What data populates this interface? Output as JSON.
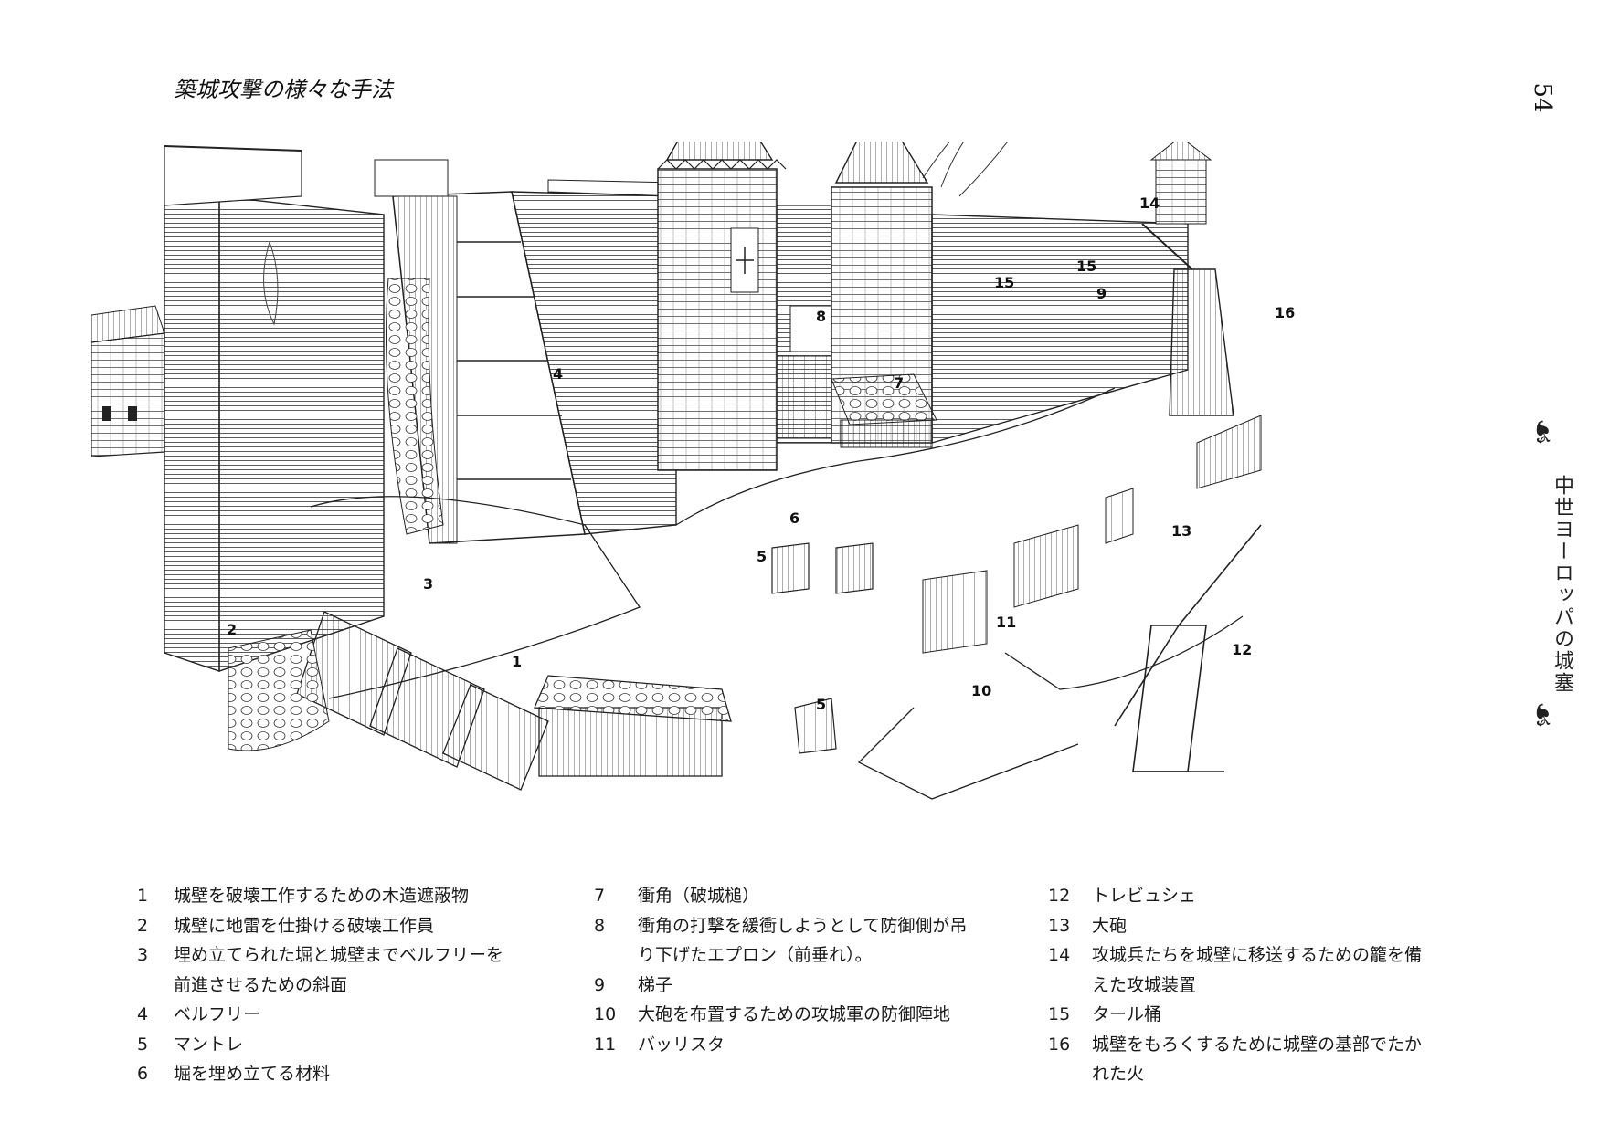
{
  "page": {
    "title": "築城攻撃の様々な手法",
    "number": "54",
    "running_head": "中世ヨーロッパの城塞",
    "ornament": "☙"
  },
  "illustration_labels": [
    "1",
    "2",
    "3",
    "4",
    "5",
    "5",
    "6",
    "7",
    "8",
    "9",
    "10",
    "11",
    "12",
    "13",
    "14",
    "15",
    "15",
    "16"
  ],
  "legend": {
    "col1": [
      {
        "n": "1",
        "t": "城壁を破壊工作するための木造遮蔽物"
      },
      {
        "n": "2",
        "t": "城壁に地雷を仕掛ける破壊工作員"
      },
      {
        "n": "3",
        "t": "埋め立てられた堀と城壁までベルフリーを"
      },
      {
        "n": "",
        "t": "前進させるための斜面"
      },
      {
        "n": "4",
        "t": "ベルフリー"
      },
      {
        "n": "5",
        "t": "マントレ"
      },
      {
        "n": "6",
        "t": "堀を埋め立てる材料"
      }
    ],
    "col2": [
      {
        "n": "7",
        "t": "衝角（破城槌）"
      },
      {
        "n": "8",
        "t": "衝角の打撃を緩衝しようとして防御側が吊"
      },
      {
        "n": "",
        "t": "り下げたエプロン（前垂れ）。"
      },
      {
        "n": "9",
        "t": "梯子"
      },
      {
        "n": "10",
        "t": "大砲を布置するための攻城軍の防御陣地"
      },
      {
        "n": "11",
        "t": "バッリスタ"
      }
    ],
    "col3": [
      {
        "n": "12",
        "t": "トレビュシェ"
      },
      {
        "n": "13",
        "t": "大砲"
      },
      {
        "n": "14",
        "t": "攻城兵たちを城壁に移送するための籠を備"
      },
      {
        "n": "",
        "t": "えた攻城装置"
      },
      {
        "n": "15",
        "t": "タール桶"
      },
      {
        "n": "16",
        "t": "城壁をもろくするために城壁の基部でたか"
      },
      {
        "n": "",
        "t": "れた火"
      }
    ]
  }
}
